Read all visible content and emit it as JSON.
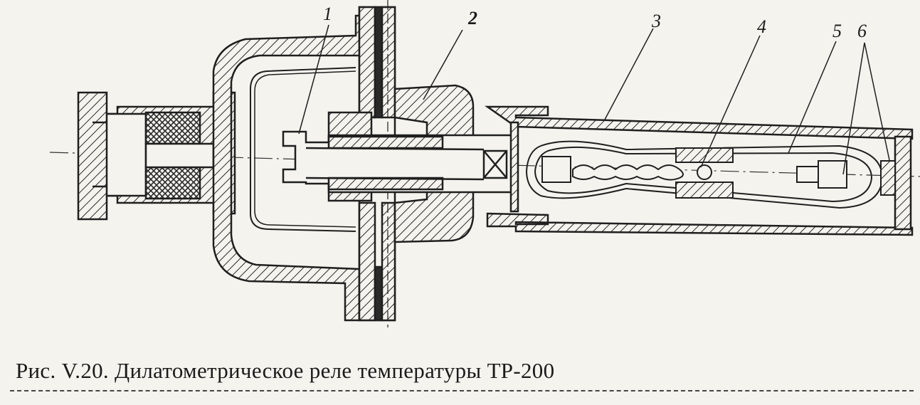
{
  "figure": {
    "callouts": [
      "1",
      "2",
      "3",
      "4",
      "5",
      "6"
    ],
    "caption": "Рис. V.20. Дилатометрическое реле температуры ТР-200"
  },
  "colors": {
    "ink": "#1f1f1f",
    "paper": "#f4f3ee"
  }
}
